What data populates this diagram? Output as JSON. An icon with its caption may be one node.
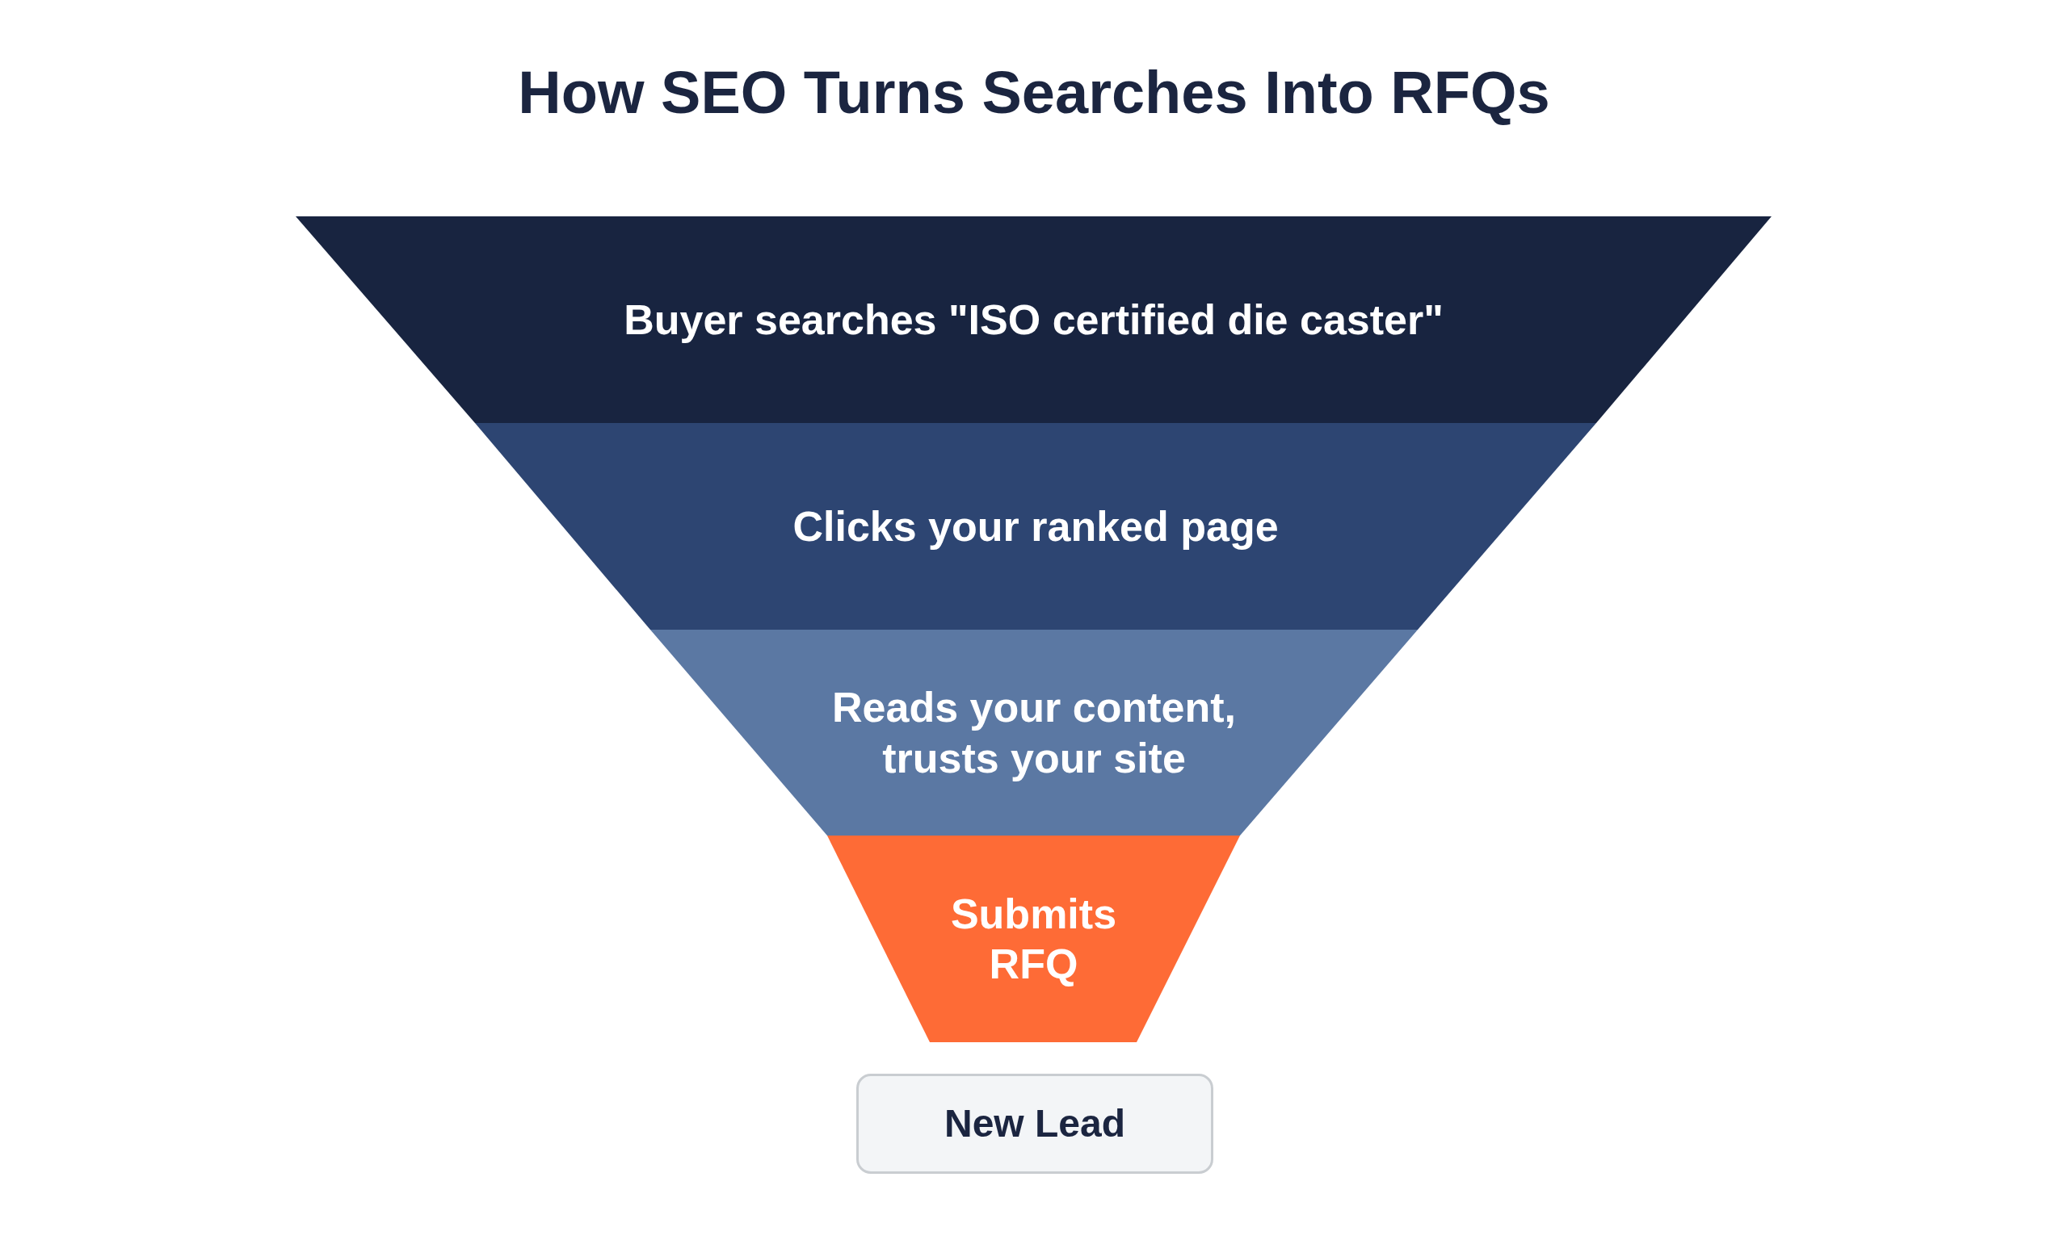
{
  "diagram": {
    "title": "How SEO Turns Searches Into RFQs",
    "nodes": [
      {
        "text": [
          "Buyer searches \"ISO certified die caster\""
        ]
      },
      {
        "text": [
          "Clicks your ranked page"
        ]
      },
      {
        "text": [
          "Reads your content, trusts your site"
        ]
      },
      {
        "text": [
          "Submits RFQ"
        ]
      },
      {
        "text": [
          "New Lead"
        ]
      }
    ]
  }
}
